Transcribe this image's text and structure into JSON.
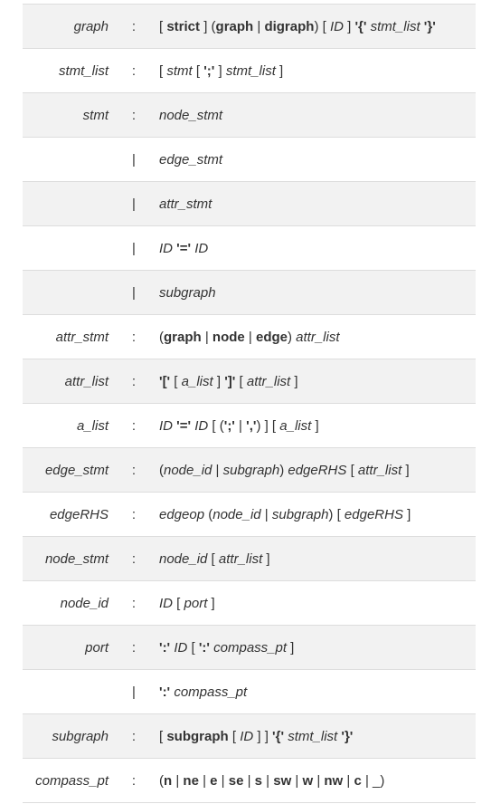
{
  "rows": [
    {
      "name": "graph",
      "sep": ":",
      "tokens": [
        {
          "t": "[ ",
          "s": "pl"
        },
        {
          "t": "strict",
          "s": "kw"
        },
        {
          "t": " ] (",
          "s": "pl"
        },
        {
          "t": "graph",
          "s": "kw"
        },
        {
          "t": " | ",
          "s": "pl"
        },
        {
          "t": "digraph",
          "s": "kw"
        },
        {
          "t": ") [ ",
          "s": "pl"
        },
        {
          "t": "ID",
          "s": "it"
        },
        {
          "t": " ] ",
          "s": "pl"
        },
        {
          "t": "'{'",
          "s": "lit"
        },
        {
          "t": " ",
          "s": "pl"
        },
        {
          "t": "stmt_list",
          "s": "it"
        },
        {
          "t": " ",
          "s": "pl"
        },
        {
          "t": "'}'",
          "s": "lit"
        }
      ]
    },
    {
      "name": "stmt_list",
      "sep": ":",
      "tokens": [
        {
          "t": "[ ",
          "s": "pl"
        },
        {
          "t": "stmt",
          "s": "it"
        },
        {
          "t": " [ ",
          "s": "pl"
        },
        {
          "t": "';'",
          "s": "lit"
        },
        {
          "t": " ] ",
          "s": "pl"
        },
        {
          "t": "stmt_list",
          "s": "it"
        },
        {
          "t": " ]",
          "s": "pl"
        }
      ]
    },
    {
      "name": "stmt",
      "sep": ":",
      "tokens": [
        {
          "t": "node_stmt",
          "s": "it"
        }
      ]
    },
    {
      "name": "",
      "sep": "|",
      "tokens": [
        {
          "t": "edge_stmt",
          "s": "it"
        }
      ]
    },
    {
      "name": "",
      "sep": "|",
      "tokens": [
        {
          "t": "attr_stmt",
          "s": "it"
        }
      ]
    },
    {
      "name": "",
      "sep": "|",
      "tokens": [
        {
          "t": "ID",
          "s": "it"
        },
        {
          "t": " ",
          "s": "pl"
        },
        {
          "t": "'='",
          "s": "lit"
        },
        {
          "t": " ",
          "s": "pl"
        },
        {
          "t": "ID",
          "s": "it"
        }
      ]
    },
    {
      "name": "",
      "sep": "|",
      "tokens": [
        {
          "t": "subgraph",
          "s": "it"
        }
      ]
    },
    {
      "name": "attr_stmt",
      "sep": ":",
      "tokens": [
        {
          "t": "(",
          "s": "pl"
        },
        {
          "t": "graph",
          "s": "kw"
        },
        {
          "t": " | ",
          "s": "pl"
        },
        {
          "t": "node",
          "s": "kw"
        },
        {
          "t": " | ",
          "s": "pl"
        },
        {
          "t": "edge",
          "s": "kw"
        },
        {
          "t": ") ",
          "s": "pl"
        },
        {
          "t": "attr_list",
          "s": "it"
        }
      ]
    },
    {
      "name": "attr_list",
      "sep": ":",
      "tokens": [
        {
          "t": "'['",
          "s": "lit"
        },
        {
          "t": " [ ",
          "s": "pl"
        },
        {
          "t": "a_list",
          "s": "it"
        },
        {
          "t": " ] ",
          "s": "pl"
        },
        {
          "t": "']'",
          "s": "lit"
        },
        {
          "t": " [ ",
          "s": "pl"
        },
        {
          "t": "attr_list",
          "s": "it"
        },
        {
          "t": " ]",
          "s": "pl"
        }
      ]
    },
    {
      "name": "a_list",
      "sep": ":",
      "tokens": [
        {
          "t": "ID",
          "s": "it"
        },
        {
          "t": " ",
          "s": "pl"
        },
        {
          "t": "'='",
          "s": "lit"
        },
        {
          "t": " ",
          "s": "pl"
        },
        {
          "t": "ID",
          "s": "it"
        },
        {
          "t": " [ (",
          "s": "pl"
        },
        {
          "t": "';'",
          "s": "lit"
        },
        {
          "t": " | ",
          "s": "pl"
        },
        {
          "t": "','",
          "s": "lit"
        },
        {
          "t": ") ] [ ",
          "s": "pl"
        },
        {
          "t": "a_list",
          "s": "it"
        },
        {
          "t": " ]",
          "s": "pl"
        }
      ]
    },
    {
      "name": "edge_stmt",
      "sep": ":",
      "tokens": [
        {
          "t": "(",
          "s": "pl"
        },
        {
          "t": "node_id",
          "s": "it"
        },
        {
          "t": " | ",
          "s": "pl"
        },
        {
          "t": "subgraph",
          "s": "it"
        },
        {
          "t": ") ",
          "s": "pl"
        },
        {
          "t": "edgeRHS",
          "s": "it"
        },
        {
          "t": " [ ",
          "s": "pl"
        },
        {
          "t": "attr_list",
          "s": "it"
        },
        {
          "t": " ]",
          "s": "pl"
        }
      ]
    },
    {
      "name": "edgeRHS",
      "sep": ":",
      "tokens": [
        {
          "t": "edgeop",
          "s": "it"
        },
        {
          "t": " (",
          "s": "pl"
        },
        {
          "t": "node_id",
          "s": "it"
        },
        {
          "t": " | ",
          "s": "pl"
        },
        {
          "t": "subgraph",
          "s": "it"
        },
        {
          "t": ") [ ",
          "s": "pl"
        },
        {
          "t": "edgeRHS",
          "s": "it"
        },
        {
          "t": " ]",
          "s": "pl"
        }
      ]
    },
    {
      "name": "node_stmt",
      "sep": ":",
      "tokens": [
        {
          "t": "node_id",
          "s": "it"
        },
        {
          "t": " [ ",
          "s": "pl"
        },
        {
          "t": "attr_list",
          "s": "it"
        },
        {
          "t": " ]",
          "s": "pl"
        }
      ]
    },
    {
      "name": "node_id",
      "sep": ":",
      "tokens": [
        {
          "t": "ID",
          "s": "it"
        },
        {
          "t": " [ ",
          "s": "pl"
        },
        {
          "t": "port",
          "s": "it"
        },
        {
          "t": " ]",
          "s": "pl"
        }
      ]
    },
    {
      "name": "port",
      "sep": ":",
      "tokens": [
        {
          "t": "':'",
          "s": "lit"
        },
        {
          "t": " ",
          "s": "pl"
        },
        {
          "t": "ID",
          "s": "it"
        },
        {
          "t": " [ ",
          "s": "pl"
        },
        {
          "t": "':'",
          "s": "lit"
        },
        {
          "t": " ",
          "s": "pl"
        },
        {
          "t": "compass_pt",
          "s": "it"
        },
        {
          "t": " ]",
          "s": "pl"
        }
      ]
    },
    {
      "name": "",
      "sep": "|",
      "tokens": [
        {
          "t": "':'",
          "s": "lit"
        },
        {
          "t": " ",
          "s": "pl"
        },
        {
          "t": "compass_pt",
          "s": "it"
        }
      ]
    },
    {
      "name": "subgraph",
      "sep": ":",
      "tokens": [
        {
          "t": "[ ",
          "s": "pl"
        },
        {
          "t": "subgraph",
          "s": "kw"
        },
        {
          "t": " [ ",
          "s": "pl"
        },
        {
          "t": "ID",
          "s": "it"
        },
        {
          "t": " ] ] ",
          "s": "pl"
        },
        {
          "t": "'{'",
          "s": "lit"
        },
        {
          "t": " ",
          "s": "pl"
        },
        {
          "t": "stmt_list",
          "s": "it"
        },
        {
          "t": " ",
          "s": "pl"
        },
        {
          "t": "'}'",
          "s": "lit"
        }
      ]
    },
    {
      "name": "compass_pt",
      "sep": ":",
      "tokens": [
        {
          "t": "(",
          "s": "pl"
        },
        {
          "t": "n",
          "s": "kw"
        },
        {
          "t": " | ",
          "s": "pl"
        },
        {
          "t": "ne",
          "s": "kw"
        },
        {
          "t": " | ",
          "s": "pl"
        },
        {
          "t": "e",
          "s": "kw"
        },
        {
          "t": " | ",
          "s": "pl"
        },
        {
          "t": "se",
          "s": "kw"
        },
        {
          "t": " | ",
          "s": "pl"
        },
        {
          "t": "s",
          "s": "kw"
        },
        {
          "t": " | ",
          "s": "pl"
        },
        {
          "t": "sw",
          "s": "kw"
        },
        {
          "t": " | ",
          "s": "pl"
        },
        {
          "t": "w",
          "s": "kw"
        },
        {
          "t": " | ",
          "s": "pl"
        },
        {
          "t": "nw",
          "s": "kw"
        },
        {
          "t": " | ",
          "s": "pl"
        },
        {
          "t": "c",
          "s": "kw"
        },
        {
          "t": " | ",
          "s": "pl"
        },
        {
          "t": "_",
          "s": "pl"
        },
        {
          "t": ")",
          "s": "pl"
        }
      ]
    }
  ]
}
